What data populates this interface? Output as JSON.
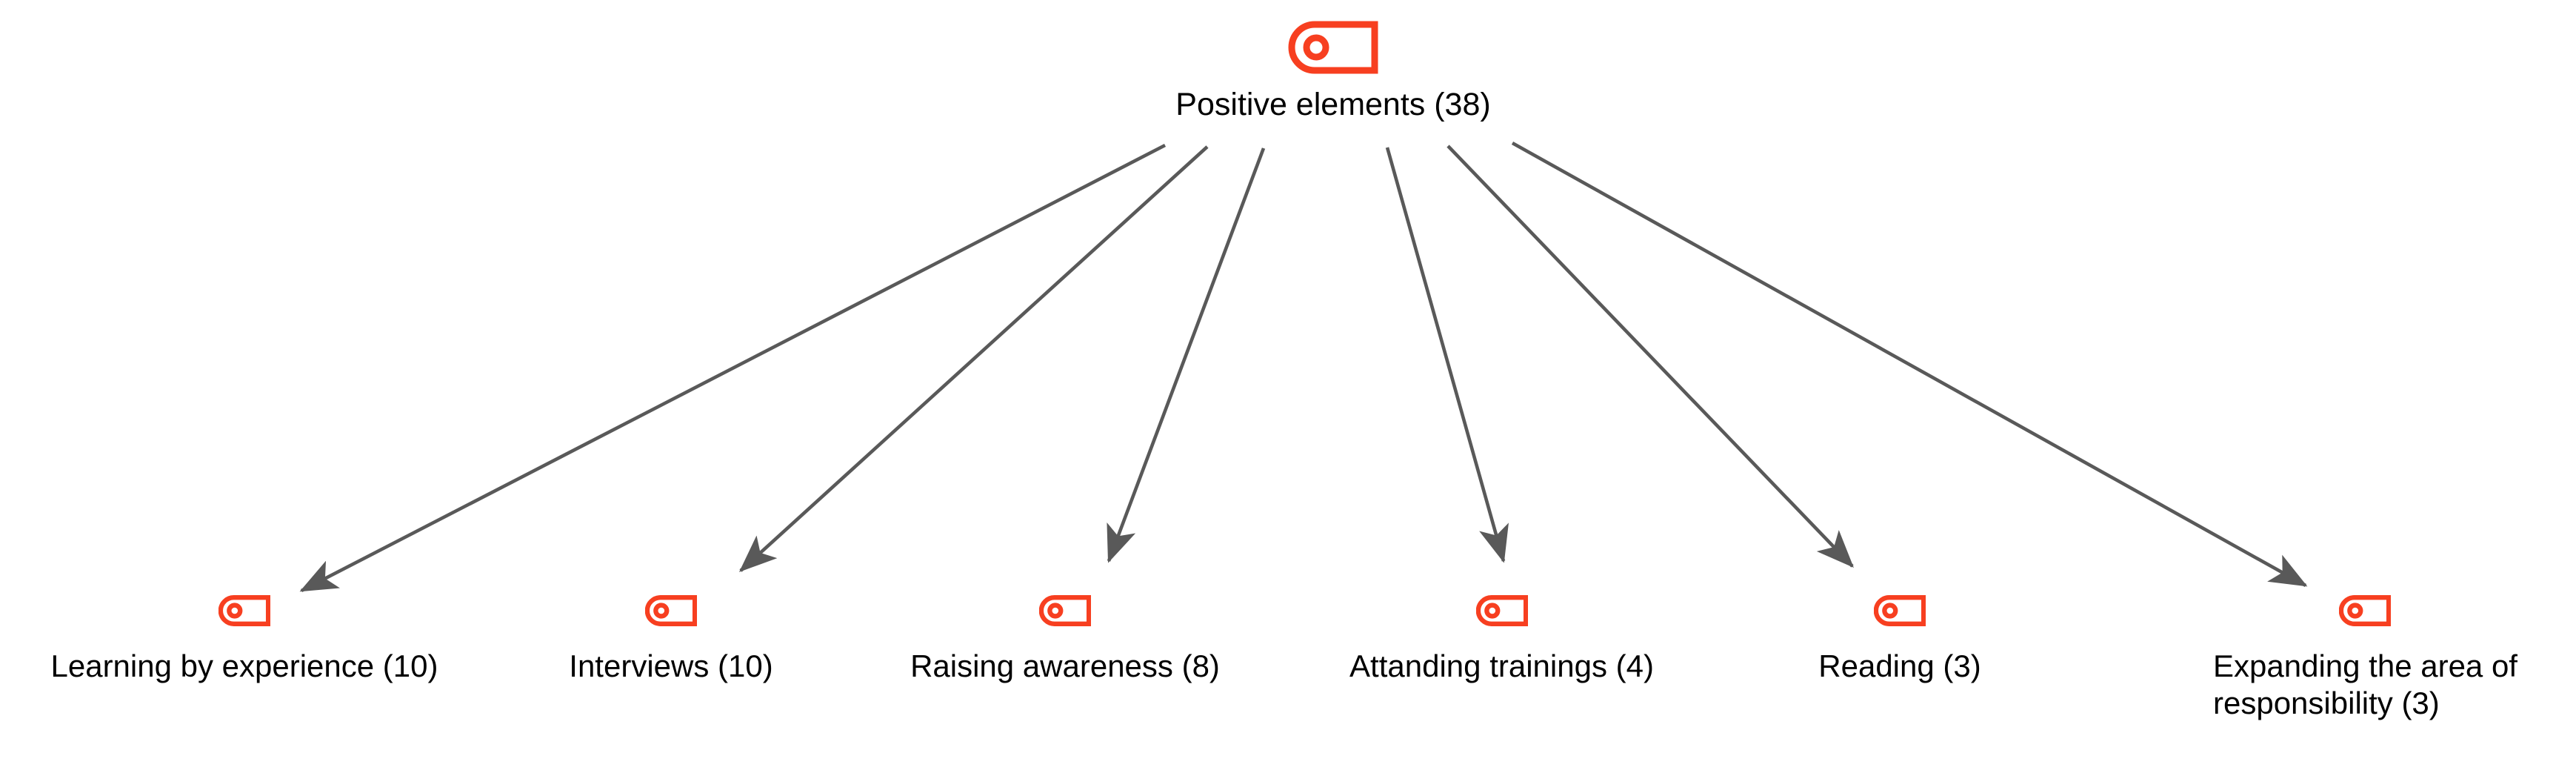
{
  "diagram": {
    "type": "tree",
    "title": "",
    "background_color": "#ffffff",
    "node_icon_color": "#f73f20",
    "edge_color": "#595959",
    "text_color": "#000000",
    "icon_name": "tag-icon",
    "root": {
      "label": "Positive elements (38)",
      "name": "Positive elements",
      "count": 38
    },
    "children": [
      {
        "label": "Learning by experience (10)",
        "name": "Learning by experience",
        "count": 10
      },
      {
        "label": "Interviews (10)",
        "name": "Interviews",
        "count": 10
      },
      {
        "label": "Raising awareness (8)",
        "name": "Raising awareness",
        "count": 8
      },
      {
        "label": "Attanding trainings (4)",
        "name": "Attanding trainings",
        "count": 4
      },
      {
        "label": "Reading (3)",
        "name": "Reading",
        "count": 3
      },
      {
        "label": "Expanding the area of\nresponsibility (3)",
        "name": "Expanding the area of responsibility",
        "count": 3
      }
    ]
  }
}
